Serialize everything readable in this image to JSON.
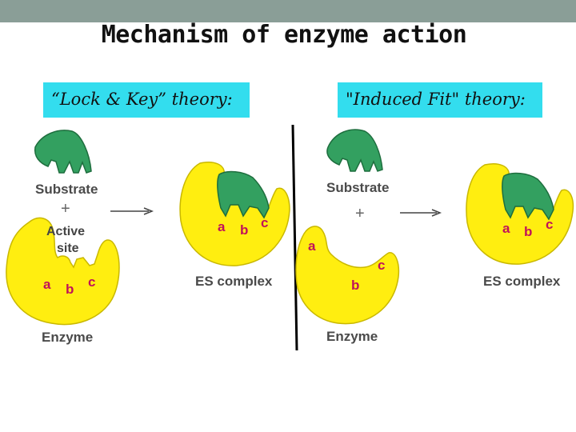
{
  "colors": {
    "top_bar": "#8a9e97",
    "theory_box": "#33ddee",
    "enzyme_fill": "#ffee10",
    "enzyme_stroke": "#c9b800",
    "substrate_fill": "#33a060",
    "substrate_stroke": "#1e6e3e",
    "site_letter": "#c0125a",
    "divider": "#000000"
  },
  "title": "Mechanism of enzyme action",
  "lock_key": {
    "heading": "“Lock & Key” theory:",
    "substrate_label": "Substrate",
    "plus": "+",
    "active_label": "Active",
    "site_label": "site",
    "enzyme_label": "Enzyme",
    "es_complex_label": "ES complex",
    "sites": [
      "a",
      "b",
      "c"
    ],
    "complex_sites": [
      "a",
      "b",
      "c"
    ]
  },
  "induced_fit": {
    "heading": "\"Induced Fit\" theory:",
    "substrate_label": "Substrate",
    "plus": "+",
    "enzyme_label": "Enzyme",
    "es_complex_label": "ES complex",
    "sites": [
      "a",
      "b",
      "c"
    ],
    "complex_sites": [
      "a",
      "b",
      "c"
    ]
  }
}
